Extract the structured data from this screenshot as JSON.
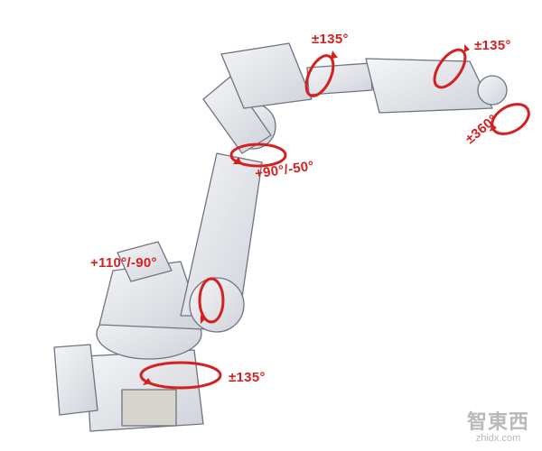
{
  "axes": [
    {
      "id": "axis1",
      "label": "±135°"
    },
    {
      "id": "axis2",
      "label": "+110°/-90°"
    },
    {
      "id": "axis3",
      "label": "+90°/-50°"
    },
    {
      "id": "axis4",
      "label": "±135°"
    },
    {
      "id": "axis5",
      "label": "±135°"
    },
    {
      "id": "axis6",
      "label": "±360°"
    }
  ],
  "watermark": {
    "chinese": "智東西",
    "latin": "zhidx.com"
  },
  "colors": {
    "annotation": "#d42020",
    "robot_body": "#e6e8ec",
    "robot_outline": "#6e7480",
    "watermark": "#b9b9b9"
  }
}
